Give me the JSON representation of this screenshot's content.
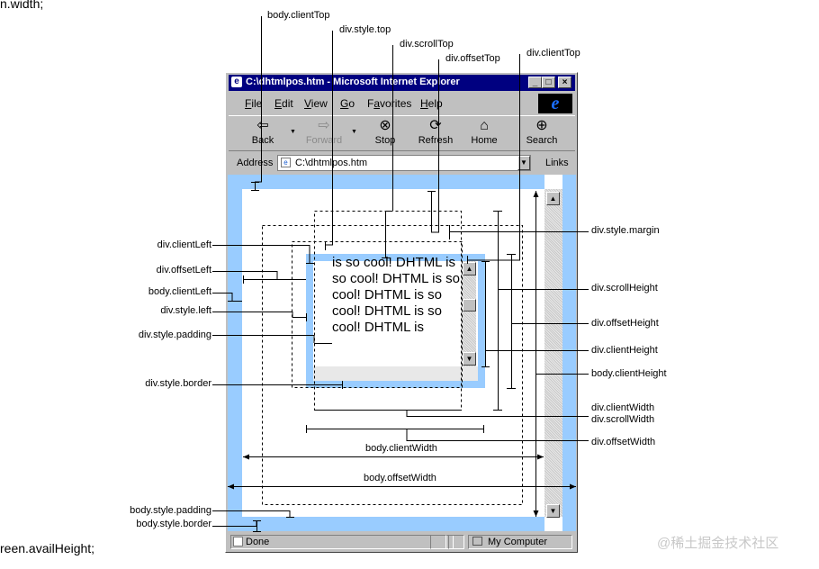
{
  "code_fragments": {
    "top_left": "n.width;",
    "bottom_left": "reen.availHeight;"
  },
  "browser": {
    "title": "C:\\dhtmlpos.htm - Microsoft Internet Explorer",
    "window_buttons": {
      "minimize": "_",
      "maximize": "□",
      "close": "×"
    },
    "menu": [
      "File",
      "Edit",
      "View",
      "Go",
      "Favorites",
      "Help"
    ],
    "menu_mnemonics": [
      "F",
      "E",
      "V",
      "G",
      "a",
      "H"
    ],
    "toolbar": [
      {
        "label": "Back",
        "icon": "back-arrow-icon",
        "glyph": "⇦",
        "enabled": true
      },
      {
        "label": "Forward",
        "icon": "forward-arrow-icon",
        "glyph": "⇨",
        "enabled": false
      },
      {
        "label": "Stop",
        "icon": "stop-icon",
        "glyph": "⊗",
        "enabled": true
      },
      {
        "label": "Refresh",
        "icon": "refresh-icon",
        "glyph": "⟳",
        "enabled": true
      },
      {
        "label": "Home",
        "icon": "home-icon",
        "glyph": "⌂",
        "enabled": true
      },
      {
        "label": "Search",
        "icon": "search-icon",
        "glyph": "⊕",
        "enabled": true
      }
    ],
    "address_label": "Address",
    "address_value": "C:\\dhtmlpos.htm",
    "links_label": "Links",
    "logo_glyph": "e",
    "status_left": "Done",
    "status_right": "My Computer"
  },
  "div_content": "is so cool! DHTML is so cool! DHTML is so cool! DHTML is so cool! DHTML is so cool! DHTML is",
  "annotations": {
    "body_clientTop": "body.clientTop",
    "div_style_top": "div.style.top",
    "div_scrollTop": "div.scrollTop",
    "div_offsetTop": "div.offsetTop",
    "div_clientTop": "div.clientTop",
    "div_clientLeft": "div.clientLeft",
    "div_offsetLeft": "div.offsetLeft",
    "body_clientLeft": "body.clientLeft",
    "div_style_left": "div.style.left",
    "div_style_padding": "div.style.padding",
    "div_style_border": "div.style.border",
    "div_style_margin": "div.style.margin",
    "div_scrollHeight": "div.scrollHeight",
    "div_offsetHeight": "div.offsetHeight",
    "div_clientHeight": "div.clientHeight",
    "body_clientHeight": "body.clientHeight",
    "div_clientWidth": "div.clientWidth",
    "div_scrollWidth": "div.scrollWidth",
    "div_offsetWidth": "div.offsetWidth",
    "body_clientWidth": "body.clientWidth",
    "body_offsetWidth": "body.offsetWidth",
    "body_style_padding": "body.style.padding",
    "body_style_border": "body.style.border"
  },
  "watermark": "@稀土掘金技术社区",
  "colors": {
    "title_bar": "#000080",
    "border_blue": "#99ccff",
    "chrome": "#c0c0c0"
  }
}
